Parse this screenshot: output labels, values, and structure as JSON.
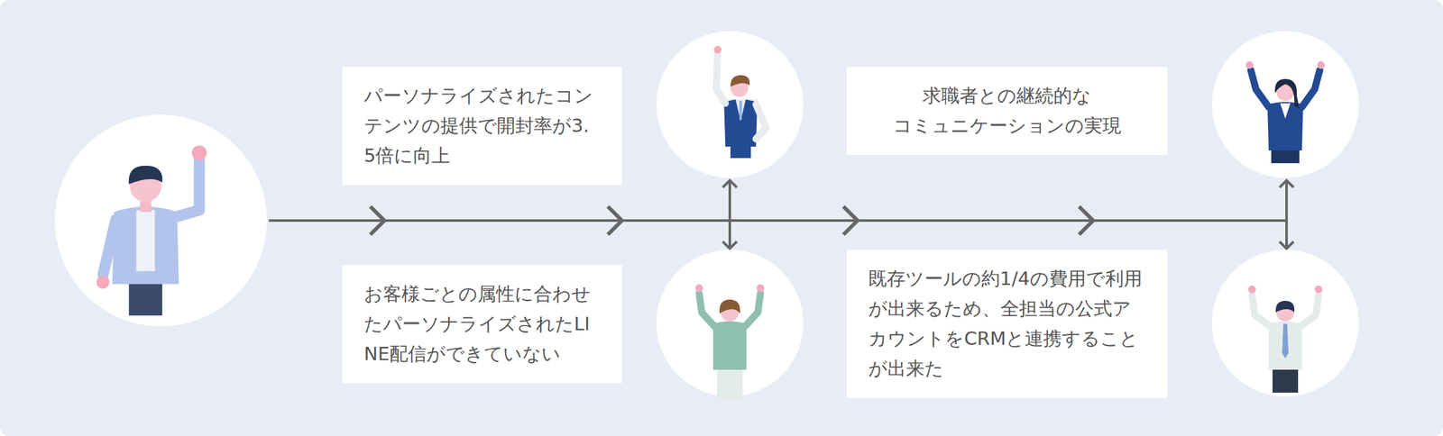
{
  "diagram": {
    "nodes": [
      {
        "text": [
          "パーソナライズされたコンテンツの提供で開封率が3.5倍に向上"
        ]
      },
      {
        "text": [
          "お客様ごとの属性に合わせたパーソナライズされたLINE配信ができていない"
        ]
      },
      {
        "text": [
          "求職者との継続的な コミュニケーションの実現"
        ]
      },
      {
        "text": [
          "既存ツールの約1/4の費用で利用が出来るため、全担当の公式アカウントをCRMと連携することが出来た"
        ]
      }
    ]
  }
}
